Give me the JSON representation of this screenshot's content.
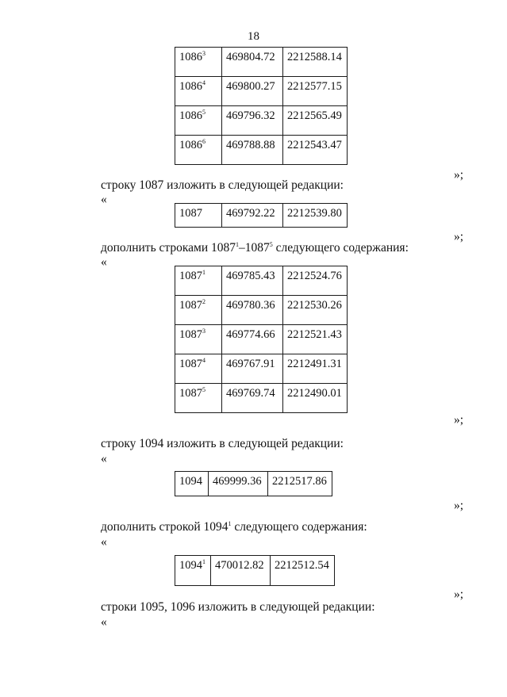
{
  "page_number": "18",
  "open_quote": "«",
  "close_quote": "»;",
  "table1": [
    {
      "n": "1086",
      "s": "3",
      "x": "469804.72",
      "y": "2212588.14"
    },
    {
      "n": "1086",
      "s": "4",
      "x": "469800.27",
      "y": "2212577.15"
    },
    {
      "n": "1086",
      "s": "5",
      "x": "469796.32",
      "y": "2212565.49"
    },
    {
      "n": "1086",
      "s": "6",
      "x": "469788.88",
      "y": "2212543.47"
    }
  ],
  "para1": "строку 1087 изложить в следующей редакции:",
  "table2": [
    {
      "n": "1087",
      "s": "",
      "x": "469792.22",
      "y": "2212539.80"
    }
  ],
  "para2": {
    "a": "дополнить строками 1087",
    "s1": "1",
    "b": "–1087",
    "s2": "5",
    "c": " следующего содержания:"
  },
  "table3": [
    {
      "n": "1087",
      "s": "1",
      "x": "469785.43",
      "y": "2212524.76"
    },
    {
      "n": "1087",
      "s": "2",
      "x": "469780.36",
      "y": "2212530.26"
    },
    {
      "n": "1087",
      "s": "3",
      "x": "469774.66",
      "y": "2212521.43"
    },
    {
      "n": "1087",
      "s": "4",
      "x": "469767.91",
      "y": "2212491.31"
    },
    {
      "n": "1087",
      "s": "5",
      "x": "469769.74",
      "y": "2212490.01"
    }
  ],
  "para3": "строку 1094 изложить в следующей редакции:",
  "table4": [
    {
      "n": "1094",
      "s": "",
      "x": "469999.36",
      "y": "2212517.86"
    }
  ],
  "para4": {
    "a": "дополнить строкой 1094",
    "s": "1",
    "b": " следующего содержания:"
  },
  "table5": [
    {
      "n": "1094",
      "s": "1",
      "x": "470012.82",
      "y": "2212512.54"
    }
  ],
  "para5": "строки 1095, 1096 изложить в следующей редакции:"
}
